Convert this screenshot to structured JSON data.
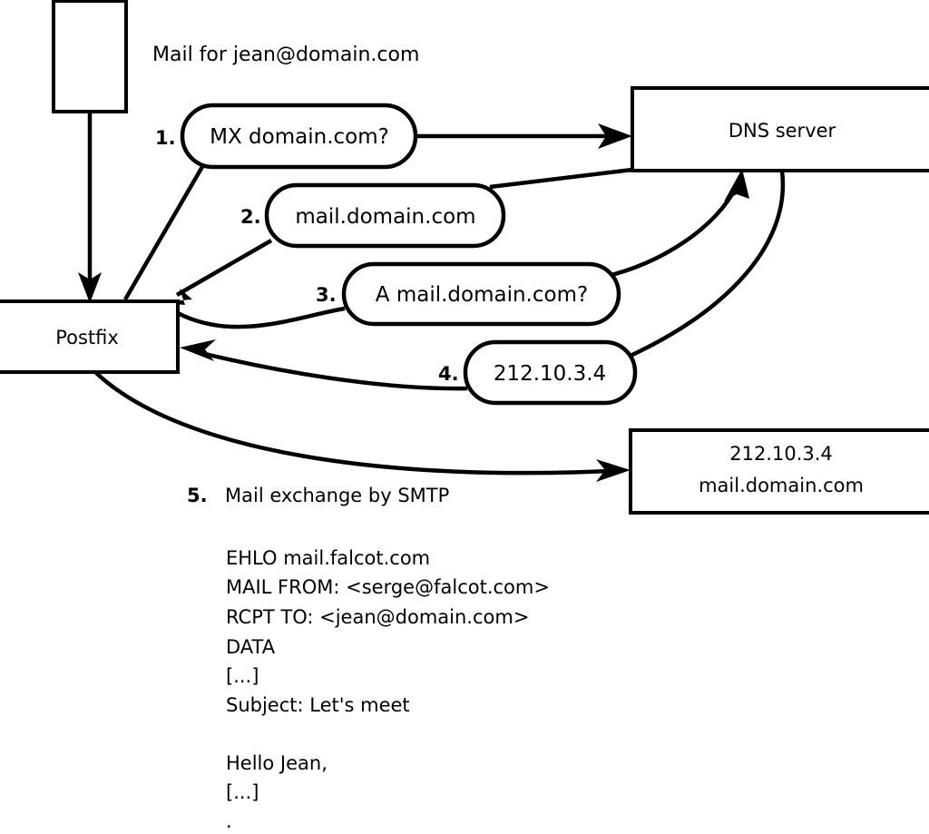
{
  "title": "Mail for jean@domain.com",
  "nodes": {
    "client_box": {
      "label": ""
    },
    "postfix": {
      "label": "Postfix"
    },
    "dns_server": {
      "label": "DNS server"
    },
    "mail_server": {
      "line1": "212.10.3.4",
      "line2": "mail.domain.com"
    }
  },
  "steps": [
    {
      "num": "1.",
      "label": "MX domain.com?"
    },
    {
      "num": "2.",
      "label": "mail.domain.com"
    },
    {
      "num": "3.",
      "label": "A mail.domain.com?"
    },
    {
      "num": "4.",
      "label": "212.10.3.4"
    },
    {
      "num": "5.",
      "label": "Mail exchange by SMTP"
    }
  ],
  "smtp_session": [
    "EHLO mail.falcot.com",
    "MAIL FROM: <serge@falcot.com>",
    "RCPT TO: <jean@domain.com>",
    "DATA",
    "[...]",
    "Subject: Let's meet",
    "",
    "Hello Jean,",
    "[...]",
    "",
    "."
  ],
  "colors": {
    "stroke": "#000000",
    "fill": "#ffffff",
    "background": "#ffffff"
  }
}
